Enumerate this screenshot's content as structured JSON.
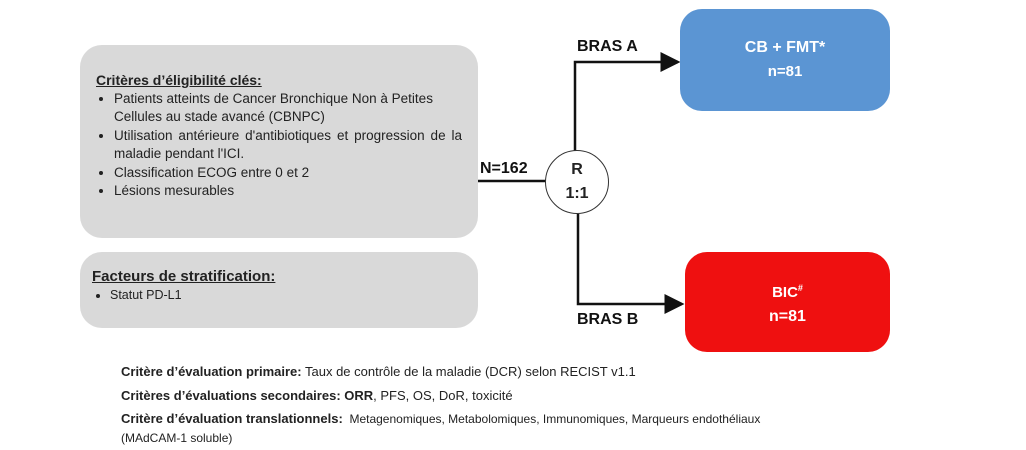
{
  "eligibility": {
    "title": "Critères d’éligibilité clés:",
    "items": [
      "Patients atteints de Cancer Bronchique Non à Petites Cellules au stade avancé (CBNPC)",
      "Utilisation antérieure d'antibiotiques et progression de la maladie pendant l'ICI.",
      "Classification ECOG entre 0 et 2",
      "Lésions mesurables"
    ]
  },
  "stratification": {
    "title": "Facteurs de stratification:",
    "items": [
      "Statut PD-L1"
    ]
  },
  "enrollment": "N=162",
  "randomization": {
    "label": "R",
    "ratio": "1:1"
  },
  "arms": [
    {
      "label": "BRAS A",
      "treatment": "CB + FMT*",
      "n": "n=81",
      "color": "#5b95d3"
    },
    {
      "label": "BRAS B",
      "treatment": "BIC",
      "sup": "#",
      "n": "n=81",
      "color": "#ef1010"
    }
  ],
  "endpoints": [
    {
      "label": "Critère d’évaluation primaire:",
      "text": " Taux de contrôle de la maladie (DCR) selon RECIST v1.1"
    },
    {
      "label": "Critères d’évaluations secondaires:",
      "bold_text": " ORR",
      "text": ", PFS, OS, DoR, toxicité"
    },
    {
      "label": "Critère d’évaluation translationnels:",
      "text": "  Metagenomiques, Metabolomiques, Immunomiques, Marqueurs endothéliaux",
      "text2": "(MAdCAM-1 soluble)"
    }
  ]
}
